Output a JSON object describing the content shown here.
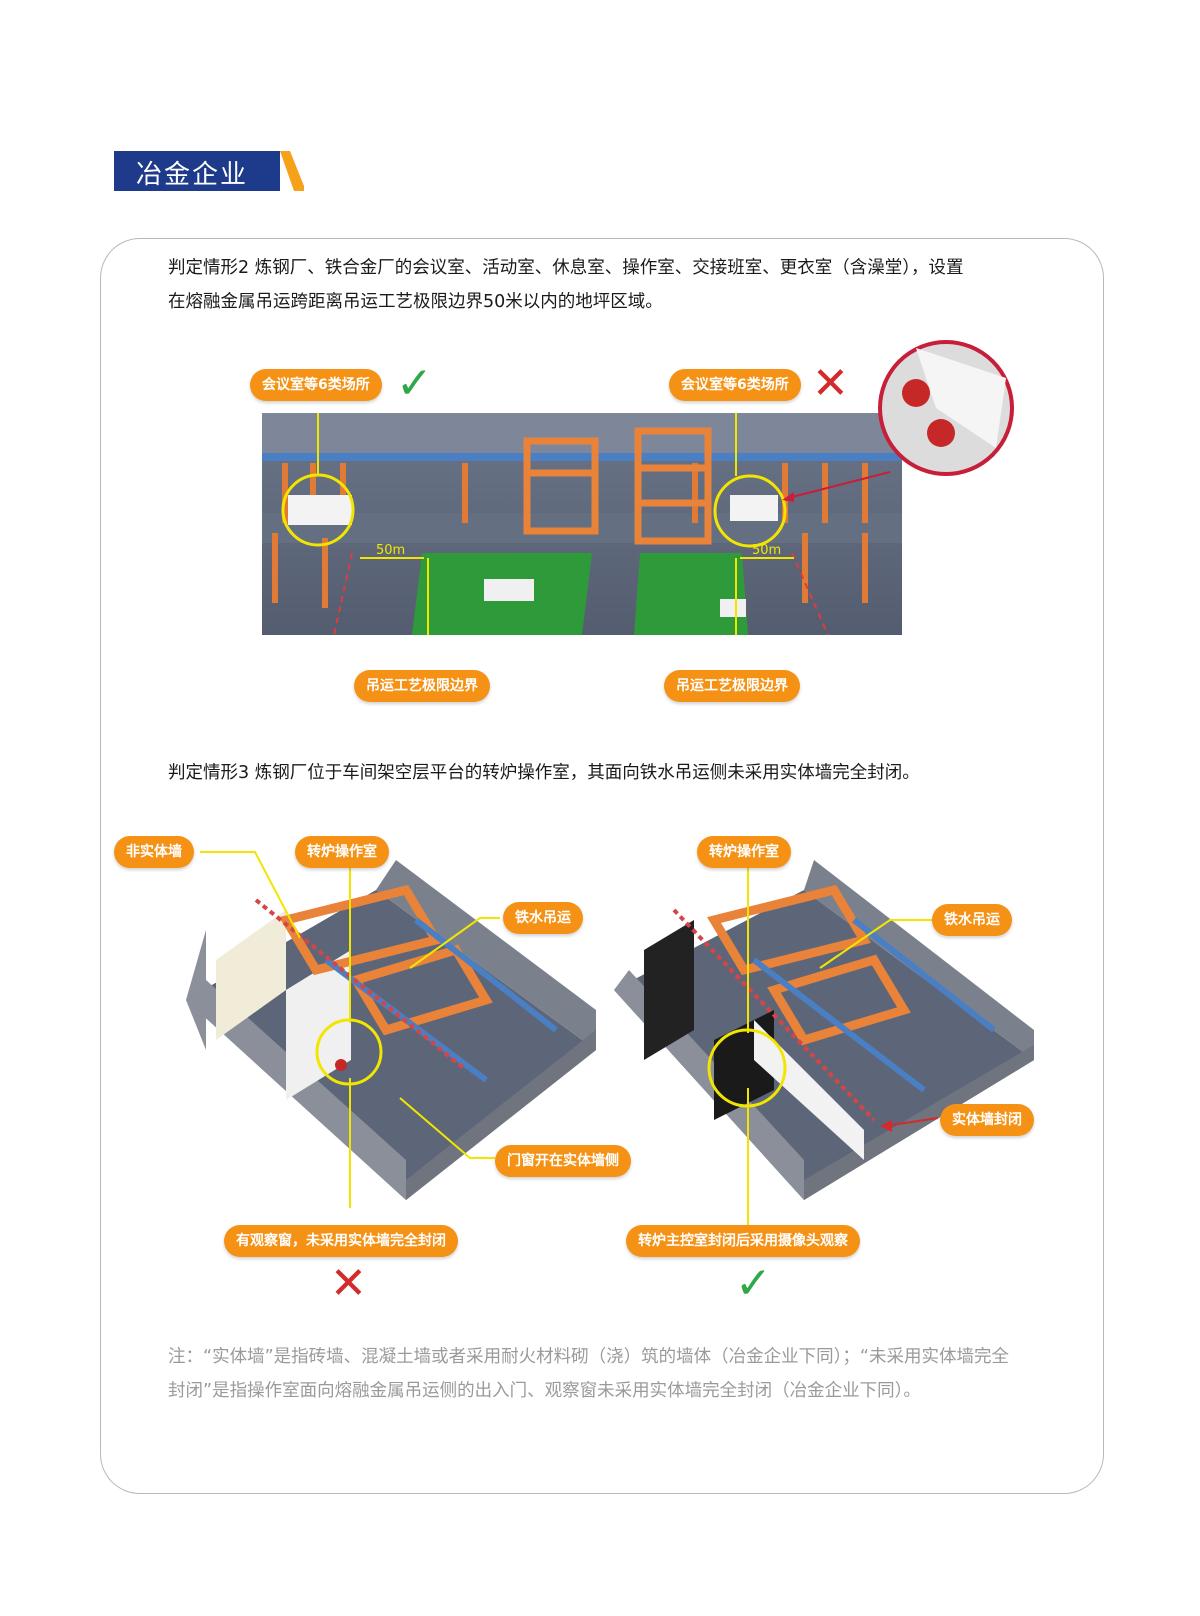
{
  "section": {
    "title": "冶金企业"
  },
  "case2": {
    "line1": "判定情形2 炼钢厂、铁合金厂的会议室、活动室、休息室、操作室、交接班室、更衣室（含澡堂），设置",
    "line2": "在熔融金属吊运跨距离吊运工艺极限边界50米以内的地坪区域。",
    "label_left": "会议室等6类场所",
    "label_right": "会议室等6类场所",
    "distance_left": "50m",
    "distance_right": "50m",
    "boundary_left": "吊运工艺极限边界",
    "boundary_right": "吊运工艺极限边界"
  },
  "case3": {
    "line1": "判定情形3 炼钢厂位于车间架空层平台的转炉操作室，其面向铁水吊运侧未采用实体墙完全封闭。",
    "left": {
      "non_solid_wall": "非实体墙",
      "converter_room": "转炉操作室",
      "hot_metal_lifting": "铁水吊运",
      "door_window": "门窗开在实体墙侧",
      "observation": "有观察窗，未采用实体墙完全封闭"
    },
    "right": {
      "converter_room": "转炉操作室",
      "hot_metal_lifting": "铁水吊运",
      "solid_wall": "实体墙封闭",
      "camera": "转炉主控室封闭后采用摄像头观察"
    }
  },
  "note": {
    "line1": "注：“实体墙”是指砖墙、混凝土墙或者采用耐火材料砌（浇）筑的墙体（冶金企业下同）；“未采用实体墙完全",
    "line2": "封闭”是指操作室面向熔融金属吊运侧的出入门、观察窗未采用实体墙完全封闭（冶金企业下同）。"
  },
  "colors": {
    "navy": "#1e3a8a",
    "orange": "#f59215",
    "yellow": "#f2e600",
    "green": "#2fa84a",
    "red": "#d32b2b"
  }
}
